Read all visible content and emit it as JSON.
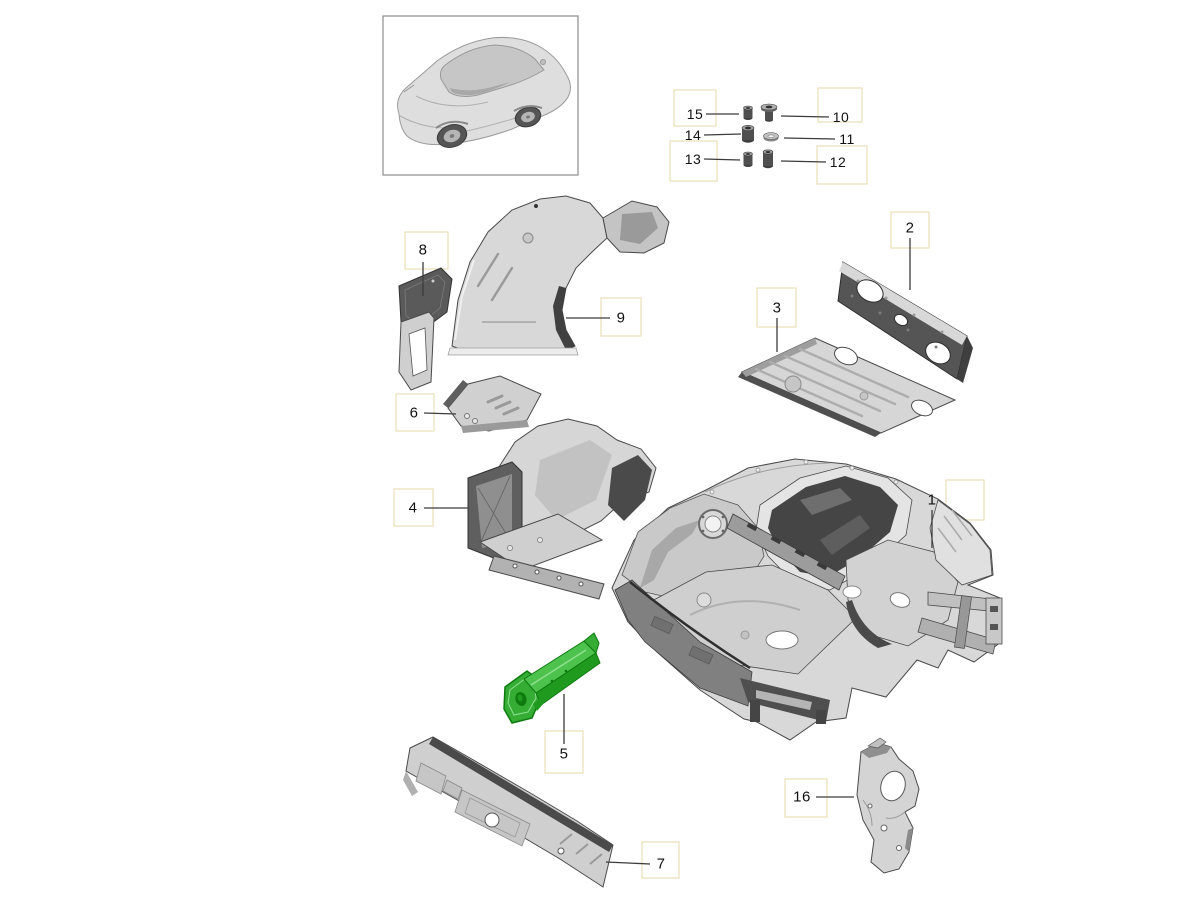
{
  "page": {
    "background": "#ffffff"
  },
  "callouts": [
    {
      "label": "1"
    },
    {
      "label": "2"
    },
    {
      "label": "3"
    },
    {
      "label": "4"
    },
    {
      "label": "5"
    },
    {
      "label": "6"
    },
    {
      "label": "7"
    },
    {
      "label": "8"
    },
    {
      "label": "9"
    },
    {
      "label": "10"
    },
    {
      "label": "11"
    },
    {
      "label": "12"
    },
    {
      "label": "13"
    },
    {
      "label": "14"
    },
    {
      "label": "15"
    },
    {
      "label": "16"
    }
  ],
  "selection": {
    "highlighted_part_callout": "5"
  },
  "colors": {
    "leader_line": "#3c3c3c",
    "label_text": "#111111",
    "hotspot_box": "#eadfb8",
    "part_outline": "#4a4a4a",
    "green_top": "#4dc24d",
    "green_face": "#35ad35",
    "green_side": "#1f9a1f",
    "green_dark": "#0d7a0d",
    "green_highlight": "#8fe08f"
  }
}
